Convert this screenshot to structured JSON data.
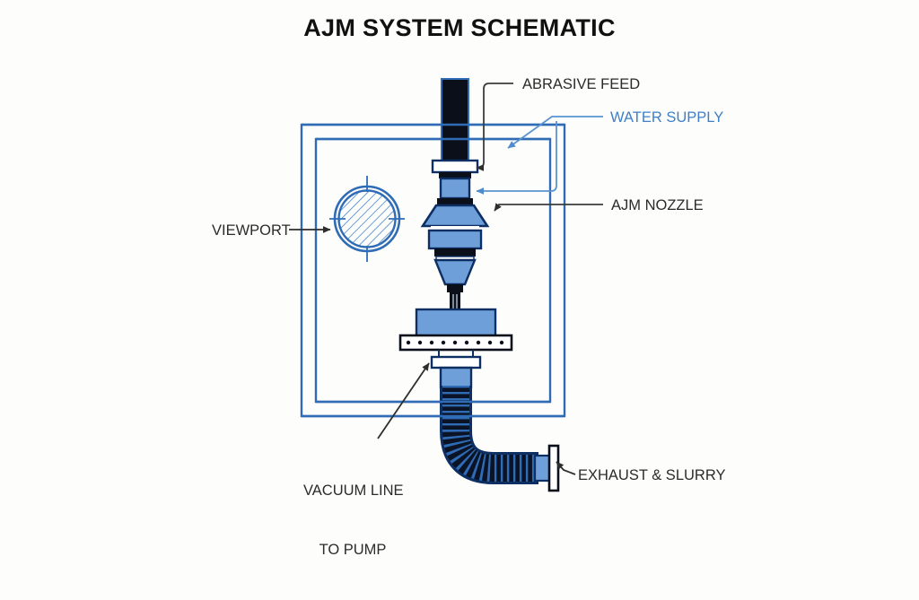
{
  "page": {
    "title": "AJM SYSTEM SCHEMATIC",
    "background_color": "#fdfdfc"
  },
  "colors": {
    "outline_navy": "#0d2f63",
    "fill_steel_blue": "#6f9fd8",
    "chamber_line_blue": "#2f6cb5",
    "dark_body": "#0b0f1a",
    "label_dark": "#2b2b2b",
    "label_blue": "#3f7fc8",
    "leader_dark": "#3c3c3c",
    "leader_blue": "#5b93cf",
    "hatch_blue": "#3f7fc8"
  },
  "labels": {
    "abrasive_feed": "ABRASIVE FEED",
    "water_supply": "WATER SUPPLY",
    "ajm_nozzle": "AJM NOZZLE",
    "viewport": "VIEWPORT",
    "vacuum_line_1": "VACUUM LINE",
    "vacuum_line_2": "TO PUMP",
    "exhaust_slurry": "EXHAUST & SLURRY"
  },
  "components": [
    {
      "name": "chamber",
      "label": "Double-wall vacuum chamber"
    },
    {
      "name": "abrasive-feed-pipe",
      "label": "Abrasive feed pipe"
    },
    {
      "name": "water-supply-inlet",
      "label": "Water supply inlet"
    },
    {
      "name": "ajm-nozzle",
      "label": "AJM nozzle assembly"
    },
    {
      "name": "viewport",
      "label": "Hatched circular viewport"
    },
    {
      "name": "workpiece",
      "label": "Workpiece block"
    },
    {
      "name": "perforated-grate",
      "label": "Perforated grate"
    },
    {
      "name": "vacuum-neck",
      "label": "Vacuum neck and flange"
    },
    {
      "name": "flexible-hose",
      "label": "Corrugated flexible vacuum hose"
    },
    {
      "name": "exhaust-flange",
      "label": "Exhaust and slurry flange"
    }
  ]
}
